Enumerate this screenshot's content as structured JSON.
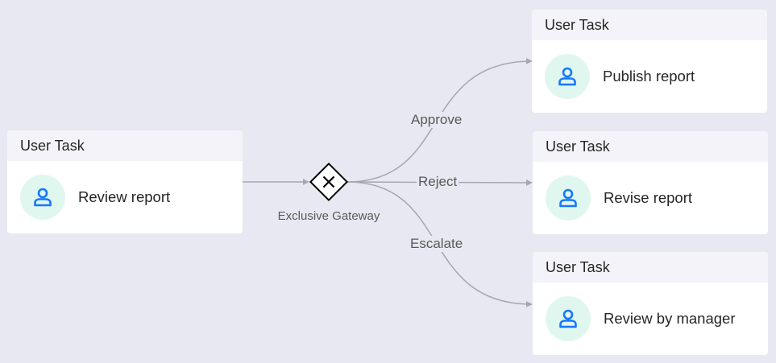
{
  "colors": {
    "background": "#e8e8f2",
    "edge": "#a6a6b4",
    "node_header": "#f4f3f9",
    "avatar_bg": "#dff7ef",
    "user_icon": "#1677ff"
  },
  "nodes": [
    {
      "header": "User Task",
      "label": "Review report",
      "icon": "user-icon"
    },
    {
      "header": "User Task",
      "label": "Publish report",
      "icon": "user-icon"
    },
    {
      "header": "User Task",
      "label": "Revise report",
      "icon": "user-icon"
    },
    {
      "header": "User Task",
      "label": "Review by manager",
      "icon": "user-icon"
    }
  ],
  "gateway": {
    "label": "Exclusive Gateway",
    "icon": "close-icon"
  },
  "edges": [
    {
      "label": "Approve"
    },
    {
      "label": "Reject"
    },
    {
      "label": "Escalate"
    }
  ]
}
